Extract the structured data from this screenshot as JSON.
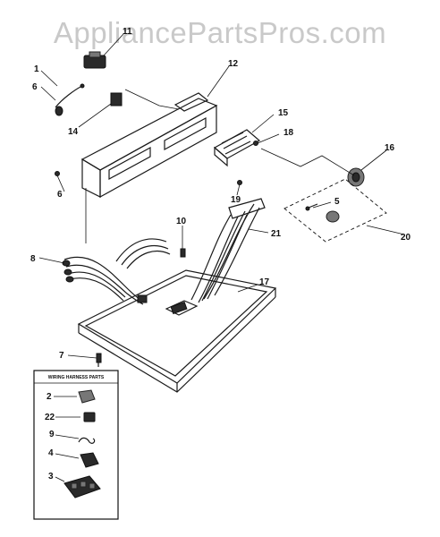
{
  "watermark": "AppliancePartsPros.com",
  "kit": {
    "title": "WIRING HARNESS PARTS"
  },
  "callouts": {
    "c1": "1",
    "c6a": "6",
    "c11": "11",
    "c12": "12",
    "c14": "14",
    "c15": "15",
    "c18": "18",
    "c16": "16",
    "c6b": "6",
    "c19": "19",
    "c5": "5",
    "c20": "20",
    "c10": "10",
    "c21": "21",
    "c8": "8",
    "c17": "17",
    "c7": "7",
    "k2": "2",
    "k22": "22",
    "k9": "9",
    "k4": "4",
    "k3": "3"
  }
}
